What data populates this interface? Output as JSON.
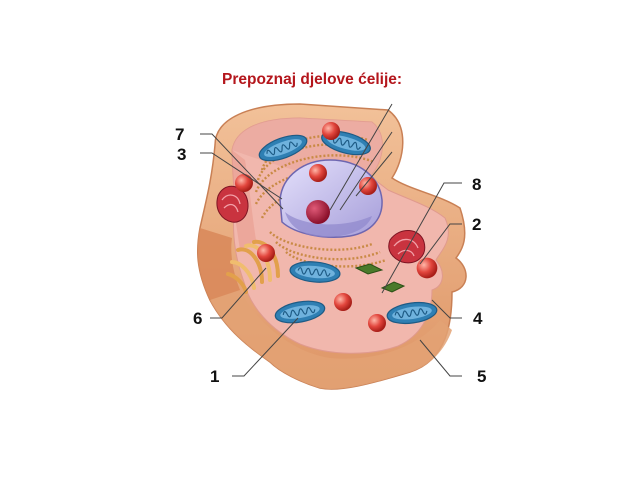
{
  "title": "Prepoznaj djelove ćelije:",
  "labels": {
    "n1": "1",
    "n2": "2",
    "n3": "3",
    "n4": "4",
    "n5": "5",
    "n6": "6",
    "n7": "7",
    "n8": "8"
  },
  "colors": {
    "title": "#b4161c",
    "membrane": "#e8a57a",
    "cytoplasm": "#f1b7ad",
    "nucleus": "#c9c3ef",
    "nucleolus": "#b5163a",
    "mitochondria": "#2f7fb3",
    "vesicle": "#e2463d",
    "golgi": "#e2a04b",
    "chloroplast": "#4a7a2a"
  }
}
